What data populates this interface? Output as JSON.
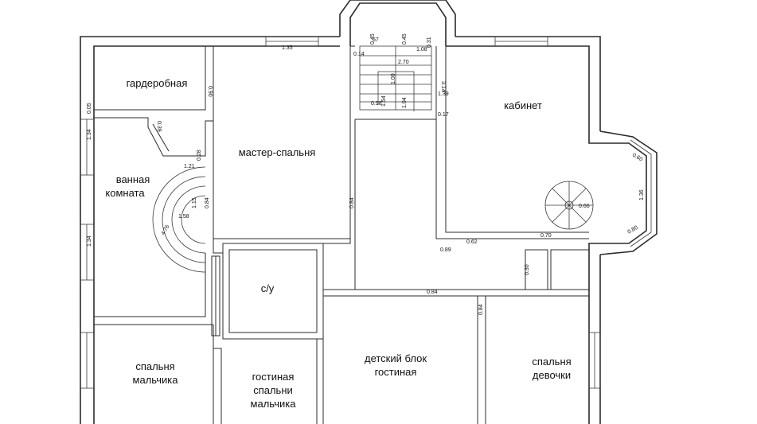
{
  "rooms": {
    "wardrobe": "гардеробная",
    "master_bedroom": "мастер-спальня",
    "cabinet": "кабинет",
    "bathroom_line1": "ванная",
    "bathroom_line2": "комната",
    "wc": "с/у",
    "boy_bedroom_line1": "спальня",
    "boy_bedroom_line2": "мальчика",
    "boy_lounge_line1": "гостиная",
    "boy_lounge_line2": "спальни",
    "boy_lounge_line3": "мальчика",
    "kids_block_line1": "детский блок",
    "kids_block_line2": "гостиная",
    "girl_bedroom_line1": "спальня",
    "girl_bedroom_line2": "девочки"
  },
  "dimensions": {
    "d135": "1.35",
    "d090": "0.90",
    "d039": "0.39",
    "d121": "1.21",
    "d028": "0.28",
    "d134a": "1.34",
    "d134b": "1.34",
    "d005": "0.05",
    "d158": "1.58",
    "d115": "1.15",
    "d084a": "0.84",
    "d084b": "0.84",
    "d476": "4.76",
    "d084c": "0.84",
    "d084d": "0.84",
    "d057": "57",
    "d014": "0.14",
    "d045a": "0.45",
    "d045b": "0.45",
    "d270": "2.70",
    "d108": "1.08",
    "d031": "0.31",
    "d100": "1.00",
    "d098": "0.98",
    "d104": "1.04",
    "d139": "1.39",
    "d154": "1.54",
    "d314": "3.14",
    "d017": "0.17",
    "d060": "0.60",
    "d136": "1.36",
    "d080": "0.80",
    "d066": "0.66",
    "d070": "0.70",
    "d062": "0.62",
    "d089": "0.89",
    "d030": "0.30"
  },
  "colors": {
    "line": "#2b2b2b",
    "background": "#ffffff",
    "text": "#111111"
  }
}
